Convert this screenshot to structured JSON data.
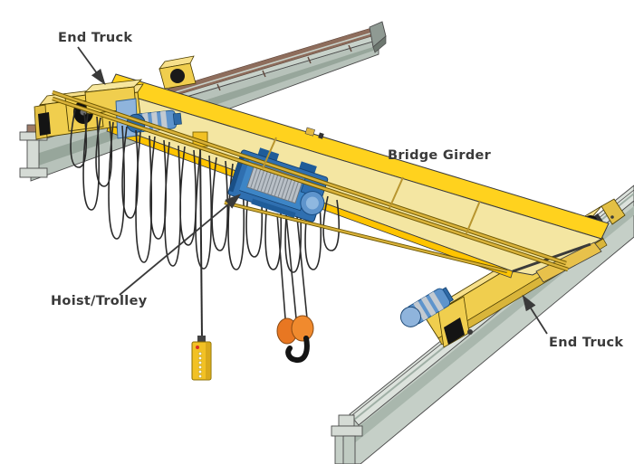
{
  "diagram": {
    "type": "overhead-bridge-crane-illustration",
    "labels": {
      "end_truck_top": "End Truck",
      "bridge_girder": "Bridge Girder",
      "hoist_trolley": "Hoist/Trolley",
      "end_truck_bottom": "End Truck"
    },
    "colors": {
      "background": "#FFFFFF",
      "girder_top_yellow": "#FFD21E",
      "girder_web_pale": "#F4E6A2",
      "end_truck_yellow": "#F0CE4E",
      "runway_beam_gray": "#C8D2CA",
      "rail_brown": "#8E6D5C",
      "hoist_blue": "#3D85C6",
      "motor_blue": "#5E94CC",
      "hook_orange": "#E87722",
      "festoon_cable_black": "#2A2A2A",
      "pendant_yellow": "#F2C124",
      "label_text": "#3A3A3A"
    }
  }
}
